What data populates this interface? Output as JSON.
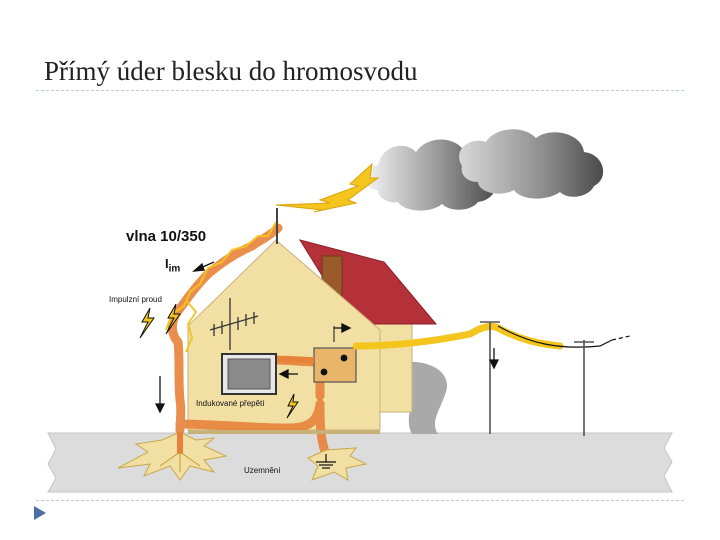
{
  "slide": {
    "title": "Přímý úder blesku do hromosvodu"
  },
  "diagram": {
    "labels": {
      "wave": "vlna 10/350",
      "current_main": "I",
      "current_sub": "im",
      "pulse_current": "Impulzní proud",
      "induced_surge": "Indukované přepětí",
      "grounding": "Uzemnění"
    }
  },
  "colors": {
    "wall": "#f2dfa4",
    "roof_edge": "#b5313a",
    "ground": "#dcdcdc",
    "lightning": "#f3c51d",
    "current_path": "#e8823a",
    "cloud_dark": "#555555",
    "cloud_light": "#e6e6e6",
    "chimney": "#9a5a2a"
  }
}
